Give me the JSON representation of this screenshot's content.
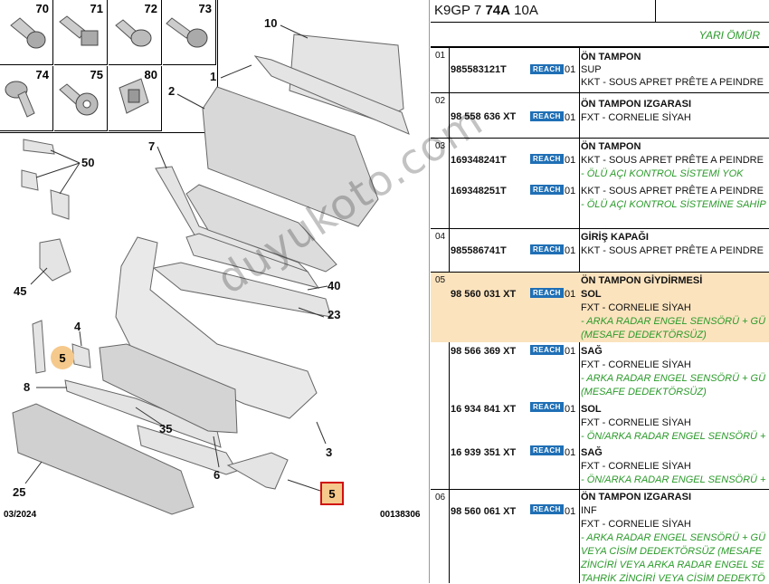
{
  "diagram": {
    "thumbs": [
      "70",
      "71",
      "72",
      "73",
      "74",
      "75",
      "80"
    ],
    "callouts": [
      "10",
      "1",
      "2",
      "7",
      "50",
      "45",
      "4",
      "5",
      "8",
      "35",
      "40",
      "23",
      "3",
      "6",
      "25",
      "5"
    ],
    "footer_left": "03/2024",
    "footer_right": "00138306",
    "watermark": "duyukoto.com"
  },
  "table": {
    "header": {
      "code": "K9GP 7 ",
      "code_bold": "74A",
      "code_suffix": " 10A"
    },
    "yari": "YARI ÖMÜR",
    "reach": "REACH",
    "groups": [
      {
        "idx": "01",
        "title": "ÖN TAMPON",
        "items": [
          {
            "ref": "985583121T",
            "qty": "01",
            "lines": [
              "SUP",
              "KKT - SOUS APRET PRÊTE A PEINDRE"
            ]
          }
        ]
      },
      {
        "idx": "02",
        "title": "ÖN TAMPON IZGARASI",
        "items": [
          {
            "ref": "98 558 636 XT",
            "qty": "01",
            "lines": [
              "FXT - CORNELIE SİYAH"
            ]
          }
        ]
      },
      {
        "idx": "03",
        "title": "ÖN TAMPON",
        "items": [
          {
            "ref": "169348241T",
            "qty": "01",
            "lines": [
              "KKT - SOUS APRET PRÊTE A PEINDRE"
            ],
            "green": [
              "- ÖLÜ AÇI KONTROL SİSTEMİ YOK"
            ]
          },
          {
            "ref": "169348251T",
            "qty": "01",
            "lines": [
              "KKT - SOUS APRET PRÊTE A PEINDRE"
            ],
            "green": [
              "- ÖLÜ AÇI KONTROL SİSTEMİNE SAHİP"
            ]
          }
        ]
      },
      {
        "idx": "04",
        "title": "GİRİŞ KAPAĞI",
        "items": [
          {
            "ref": "985586741T",
            "qty": "01",
            "lines": [
              "KKT - SOUS APRET PRÊTE A PEINDRE"
            ]
          }
        ]
      },
      {
        "idx": "05",
        "title": "ÖN TAMPON GİYDİRMESİ",
        "items": [
          {
            "ref": "98 560 031 XT",
            "qty": "01",
            "side": "SOL",
            "lines": [
              "FXT - CORNELIE SİYAH"
            ],
            "green": [
              "- ARKA RADAR ENGEL SENSÖRÜ + GÜ",
              "(MESAFE DEDEKTÖRSÜZ)"
            ]
          },
          {
            "ref": "98 566 369 XT",
            "qty": "01",
            "side": "SAĞ",
            "lines": [
              "FXT - CORNELIE SİYAH"
            ],
            "green": [
              "- ARKA RADAR ENGEL SENSÖRÜ + GÜ",
              "(MESAFE DEDEKTÖRSÜZ)"
            ]
          },
          {
            "ref": "16 934 841 XT",
            "qty": "01",
            "side": "SOL",
            "lines": [
              "FXT - CORNELIE SİYAH"
            ],
            "green": [
              "- ÖN/ARKA RADAR ENGEL SENSÖRÜ +"
            ]
          },
          {
            "ref": "16 939 351 XT",
            "qty": "01",
            "side": "SAĞ",
            "lines": [
              "FXT - CORNELIE SİYAH"
            ],
            "green": [
              "- ÖN/ARKA RADAR ENGEL SENSÖRÜ +"
            ]
          }
        ]
      },
      {
        "idx": "06",
        "title": "ÖN TAMPON IZGARASI",
        "items": [
          {
            "ref": "98 560 061 XT",
            "qty": "01",
            "side": "INF",
            "lines": [
              "FXT - CORNELIE SİYAH"
            ],
            "green": [
              "- ARKA RADAR ENGEL SENSÖRÜ + GÜ",
              "VEYA CİSİM DEDEKTÖRSÜZ (MESAFE",
              "ZİNCİRİ VEYA ARKA RADAR ENGEL SE",
              "TAHRİK ZİNCİRİ VEYA CİSİM DEDEKTÖ"
            ]
          }
        ]
      }
    ]
  },
  "colors": {
    "reach_bg": "#1f6fb5",
    "green": "#2a9a2a",
    "highlight": "#fbe3be",
    "callout_hi": "#f5c98b",
    "box_border": "#d01010"
  }
}
